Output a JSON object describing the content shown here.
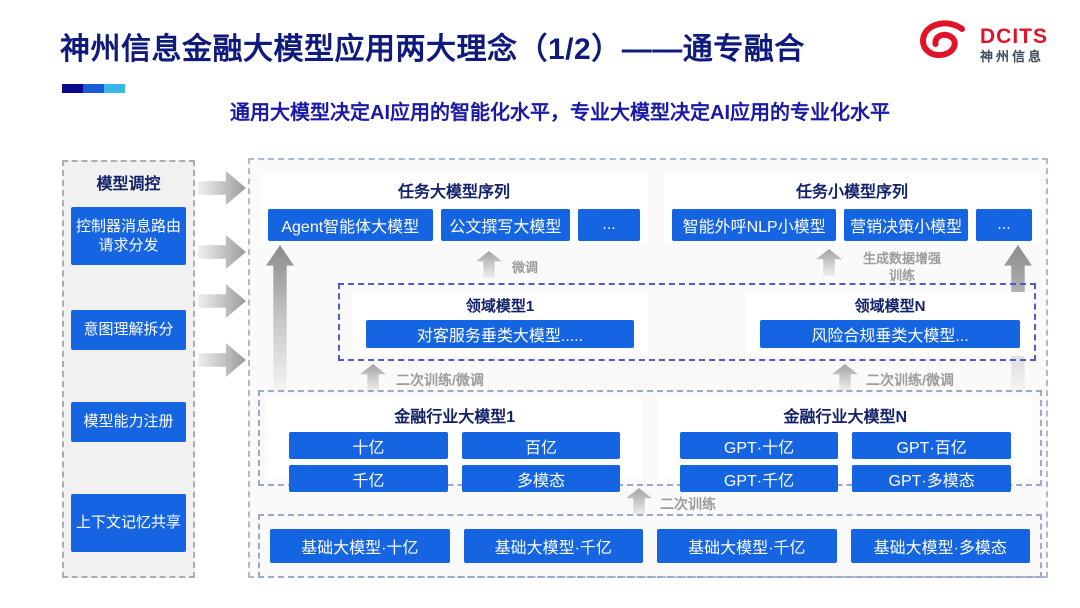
{
  "colors": {
    "accent_blue": "#1565E2",
    "title_navy": "#0F1B7C",
    "subtitle_blue": "#1A1AA5",
    "logo_red": "#E1132B",
    "annotation_gray": "#9C9C9C"
  },
  "header": {
    "title": "神州信息金融大模型应用两大理念（1/2）——通专融合",
    "subtitle": "通用大模型决定AI应用的智能化水平，专业大模型决定AI应用的专业化水平",
    "logo": {
      "brand": "DCITS",
      "brand_cn": "神州信息"
    }
  },
  "sidebar": {
    "title": "模型调控",
    "items": [
      "控制器消息路由请求分发",
      "意图理解拆分",
      "模型能力注册",
      "上下文记忆共享"
    ]
  },
  "diagram": {
    "task_large": {
      "title": "任务大模型序列",
      "items": [
        "Agent智能体大模型",
        "公文撰写大模型",
        "..."
      ]
    },
    "task_small": {
      "title": "任务小模型序列",
      "items": [
        "智能外呼NLP小模型",
        "营销决策小模型",
        "..."
      ]
    },
    "annotations": {
      "fine_tune": "微调",
      "gen_data_line1": "生成数据增强",
      "gen_data_line2": "训练",
      "retrain_finetune_left": "二次训练/微调",
      "retrain_finetune_right": "二次训练/微调",
      "retrain": "二次训练"
    },
    "domain_box": {
      "left": {
        "title": "领域模型1",
        "item": "对客服务垂类大模型....."
      },
      "right": {
        "title": "领域模型N",
        "item": "风险合规垂类大模型..."
      }
    },
    "industry_box": {
      "left": {
        "title": "金融行业大模型1",
        "items": [
          "十亿",
          "百亿",
          "千亿",
          "多模态"
        ]
      },
      "right": {
        "title": "金融行业大模型N",
        "items": [
          "GPT·十亿",
          "GPT·百亿",
          "GPT·千亿",
          "GPT·多模态"
        ]
      }
    },
    "base_box": {
      "items": [
        "基础大模型·十亿",
        "基础大模型·千亿",
        "基础大模型·千亿",
        "基础大模型·多模态"
      ]
    }
  }
}
